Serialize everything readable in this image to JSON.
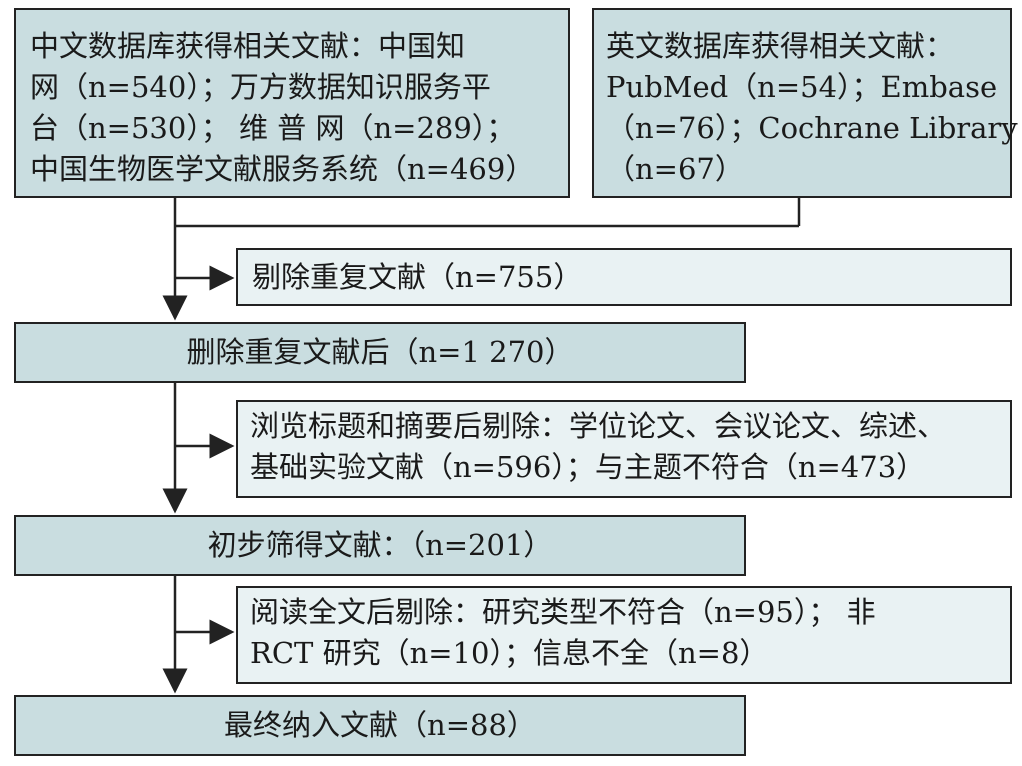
{
  "sources": {
    "chinese": {
      "lines": [
        "中文数据库获得相关文献：中国知",
        "网（n=540）；万方数据知识服务平",
        "台（n=530）； 维 普 网（n=289）；",
        "中国生物医学文献服务系统（n=469）"
      ]
    },
    "english": {
      "lines": [
        "英文数据库获得相关文献：",
        "PubMed（n=54）；Embase",
        "（n=76）；Cochrane Library",
        "（n=67）"
      ]
    }
  },
  "exclude_duplicates": "剔除重复文献（n=755）",
  "after_dedup": "删除重复文献后（n=1 270）",
  "exclude_screening": {
    "lines": [
      "浏览标题和摘要后剔除：学位论文、会议论文、综述、",
      "基础实验文献（n=596）；与主题不符合（n=473）"
    ]
  },
  "initial_screen": "初步筛得文献：（n=201）",
  "exclude_fulltext": {
    "lines": [
      "阅读全文后剔除：研究类型不符合（n=95）； 非",
      "RCT 研究（n=10）；信息不全（n=8）"
    ]
  },
  "final_included": "最终纳入文献（n=88）",
  "colors": {
    "main_box": "#c9dde0",
    "exclusion_box": "#e9f2f3",
    "line": "#222222"
  }
}
